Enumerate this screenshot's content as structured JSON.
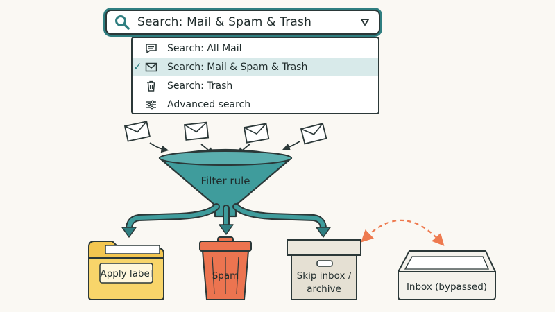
{
  "search": {
    "value": "Search: Mail & Spam & Trash"
  },
  "menu": {
    "items": [
      {
        "label": "Search: All Mail",
        "icon": "comment-icon",
        "selected": false
      },
      {
        "label": "Search: Mail & Spam & Trash",
        "icon": "envelope-icon",
        "selected": true
      },
      {
        "label": "Search: Trash",
        "icon": "trash-icon",
        "selected": false
      },
      {
        "label": "Advanced search",
        "icon": "sliders-icon",
        "selected": false
      }
    ],
    "check": "✓"
  },
  "diagram": {
    "funnel_label": "Filter rule",
    "destinations": [
      {
        "label": "Apply label",
        "icon": "folder-icon"
      },
      {
        "label": "Spam",
        "icon": "trash-can-icon"
      },
      {
        "label": "Skip inbox / archive",
        "line1": "Skip inbox /",
        "line2": "archive",
        "icon": "archive-box-icon"
      },
      {
        "label": "Inbox (bypassed)",
        "icon": "inbox-tray-icon"
      }
    ]
  },
  "colors": {
    "teal": "#2f7e80",
    "funnel": "#3f9c9c",
    "folder": "#f3c650",
    "spam_can": "#ec7450",
    "box": "#e5e0d3",
    "dashed_arrow": "#ee7a4f",
    "outline": "#2b3838",
    "background": "#faf8f3"
  }
}
